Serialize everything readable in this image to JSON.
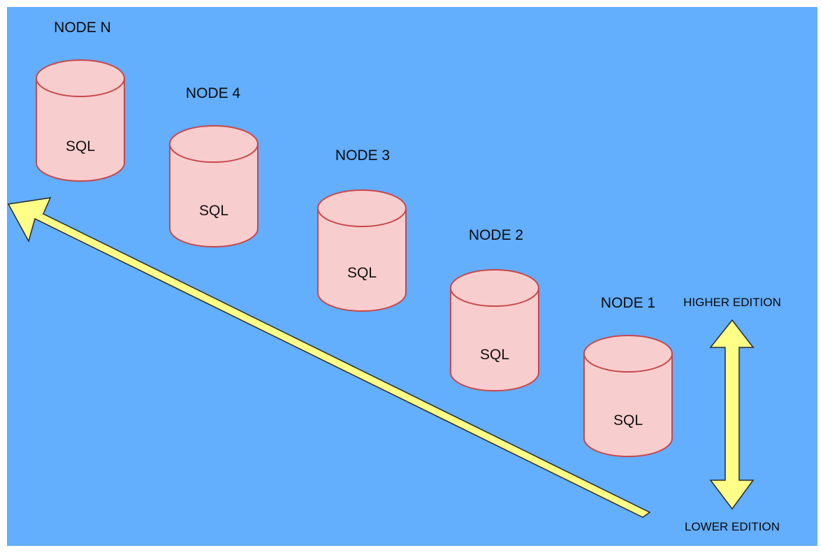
{
  "colors": {
    "background": "#63aefd",
    "frame": "#ffffff",
    "cylinder_fill": "#f8cdcd",
    "cylinder_stroke": "#c8484a",
    "arrow_fill": "#ffff88",
    "arrow_stroke": "#2a2a2a"
  },
  "nodes": [
    {
      "label": "NODE N",
      "db": "SQL"
    },
    {
      "label": "NODE 4",
      "db": "SQL"
    },
    {
      "label": "NODE 3",
      "db": "SQL"
    },
    {
      "label": "NODE 2",
      "db": "SQL"
    },
    {
      "label": "NODE 1",
      "db": "SQL"
    }
  ],
  "edition": {
    "higher": "HIGHER EDITION",
    "lower": "LOWER EDITION"
  }
}
